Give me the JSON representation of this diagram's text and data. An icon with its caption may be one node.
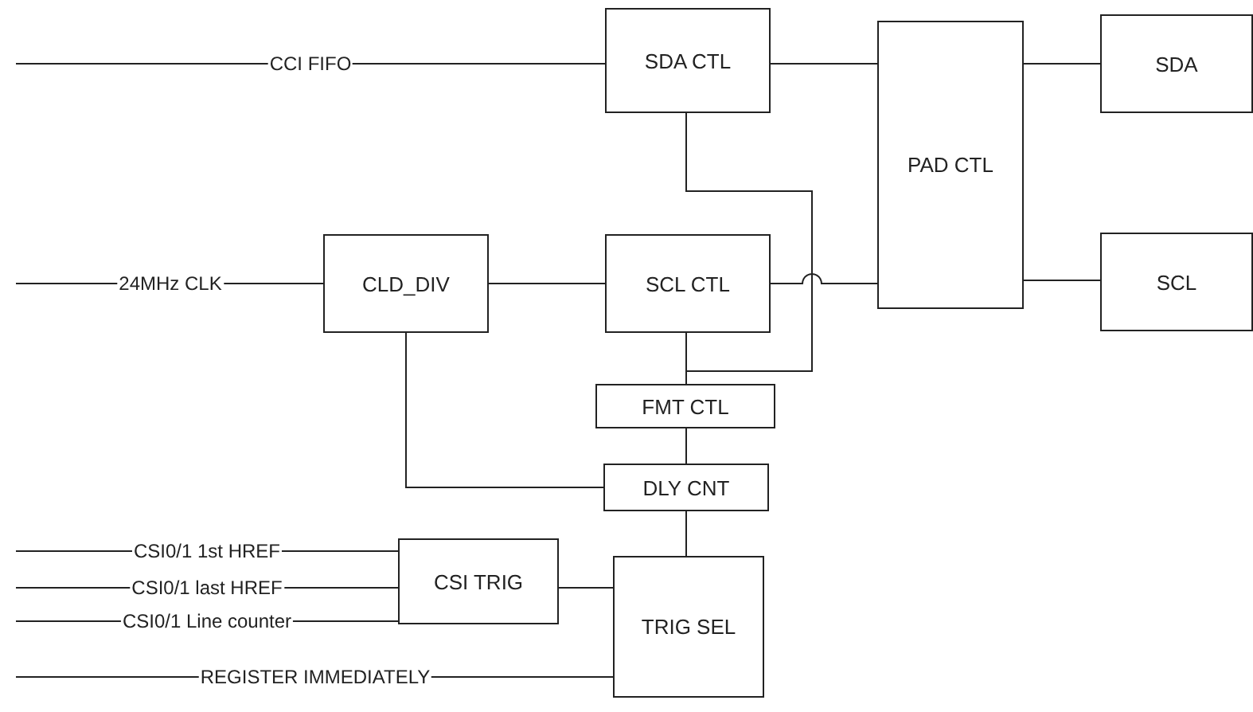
{
  "diagram": {
    "nodes": [
      {
        "text": [
          "SDA CTL"
        ]
      },
      {
        "text": [
          "PAD CTL"
        ]
      },
      {
        "text": [
          "SDA"
        ]
      },
      {
        "text": [
          "CLD_DIV"
        ]
      },
      {
        "text": [
          "SCL CTL"
        ]
      },
      {
        "text": [
          "SCL"
        ]
      },
      {
        "text": [
          "FMT CTL"
        ]
      },
      {
        "text": [
          "DLY CNT"
        ]
      },
      {
        "text": [
          "CSI TRIG"
        ]
      },
      {
        "text": [
          "TRIG SEL"
        ]
      }
    ],
    "edges": [
      {
        "from": null,
        "to": 0,
        "arrow": "none",
        "label": "CCI FIFO"
      },
      {
        "from": 0,
        "to": 1,
        "arrow": "none"
      },
      {
        "from": 1,
        "to": 2,
        "arrow": "none"
      },
      {
        "from": null,
        "to": 3,
        "arrow": "none",
        "label": "24MHz CLK"
      },
      {
        "from": 3,
        "to": 4,
        "arrow": "none"
      },
      {
        "from": 4,
        "to": 1,
        "arrow": "none"
      },
      {
        "from": 1,
        "to": 5,
        "arrow": "none"
      },
      {
        "from": 0,
        "to": 6,
        "arrow": "none"
      },
      {
        "from": 4,
        "to": 6,
        "arrow": "none"
      },
      {
        "from": 6,
        "to": 7,
        "arrow": "none"
      },
      {
        "from": 3,
        "to": 7,
        "arrow": "none"
      },
      {
        "from": 7,
        "to": 9,
        "arrow": "none"
      },
      {
        "from": null,
        "to": 8,
        "arrow": "none",
        "label": "CSI0/1 1st HREF"
      },
      {
        "from": null,
        "to": 8,
        "arrow": "none",
        "label": "CSI0/1 last HREF"
      },
      {
        "from": null,
        "to": 8,
        "arrow": "none",
        "label": "CSI0/1 Line counter"
      },
      {
        "from": 8,
        "to": 9,
        "arrow": "none"
      },
      {
        "from": null,
        "to": 9,
        "arrow": "none",
        "label": "REGISTER IMMEDIATELY"
      }
    ]
  }
}
